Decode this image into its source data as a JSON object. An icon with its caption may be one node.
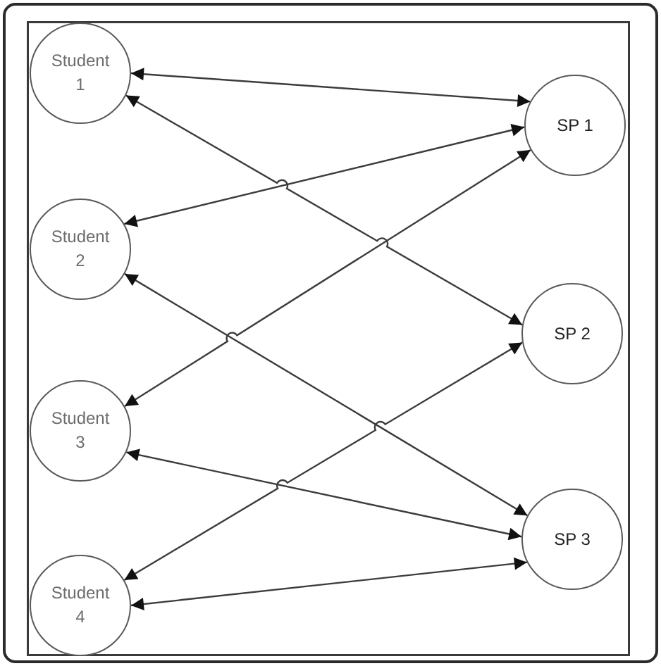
{
  "diagram": {
    "nodes": [
      {
        "text": [
          "Student 1"
        ]
      },
      {
        "text": [
          "Student 2"
        ]
      },
      {
        "text": [
          "Student 3"
        ]
      },
      {
        "text": [
          "Student 4"
        ]
      },
      {
        "text": [
          "SP 1"
        ]
      },
      {
        "text": [
          "SP 2"
        ]
      },
      {
        "text": [
          "SP 3"
        ]
      }
    ],
    "edges": [
      {
        "from": 0,
        "to": 4,
        "arrow": "both"
      },
      {
        "from": 0,
        "to": 5,
        "arrow": "both"
      },
      {
        "from": 1,
        "to": 4,
        "arrow": "both"
      },
      {
        "from": 1,
        "to": 6,
        "arrow": "both"
      },
      {
        "from": 2,
        "to": 4,
        "arrow": "both"
      },
      {
        "from": 2,
        "to": 6,
        "arrow": "both"
      },
      {
        "from": 3,
        "to": 5,
        "arrow": "both"
      },
      {
        "from": 3,
        "to": 6,
        "arrow": "both"
      }
    ]
  }
}
